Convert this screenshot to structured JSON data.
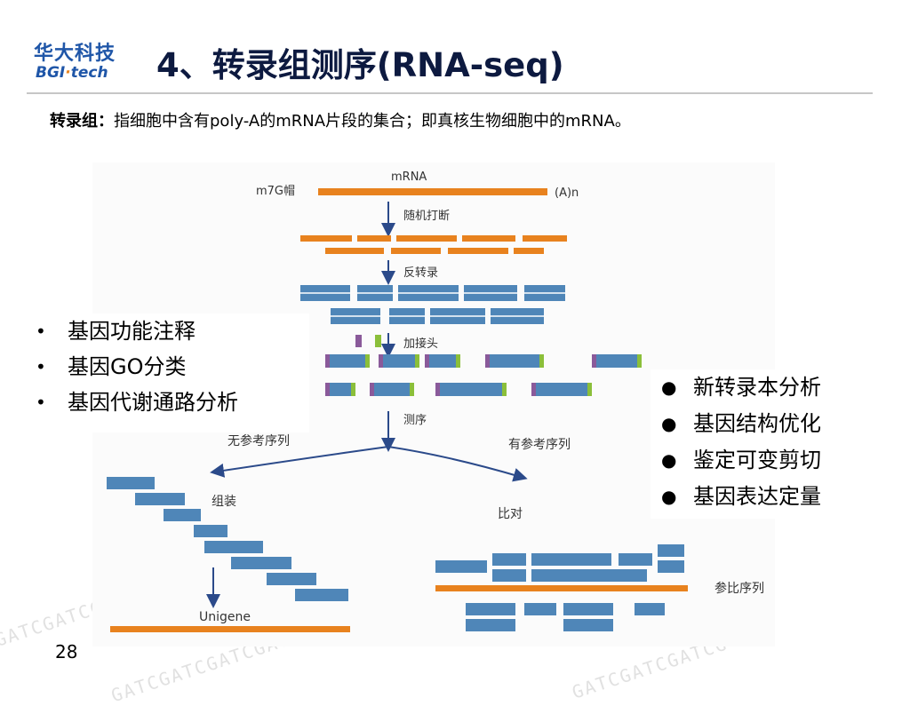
{
  "logo": {
    "cn": "华大科技",
    "en_main": "BGI",
    "en_dot": "·",
    "en_tail": "tech"
  },
  "slide": {
    "title": "4、转录组测序(RNA-seq)",
    "definition_term": "转录组：",
    "definition_body": "指细胞中含有poly-A的mRNA片段的集合；即真核生物细胞中的mRNA。",
    "page_number": "28"
  },
  "diagram": {
    "cap_label": "m7G帽",
    "mrna_label": "mRNA",
    "polya_label": "(A)n",
    "step1": "随机打断",
    "step2": "反转录",
    "step3": "加接头",
    "step4": "测序",
    "branch_left": "无参考序列",
    "branch_right": "有参考序列",
    "assemble": "组装",
    "align": "比对",
    "unigene": "Unigene",
    "reference": "参比序列"
  },
  "left_list": {
    "items": [
      "基因功能注释",
      "基因GO分类",
      "基因代谢通路分析"
    ]
  },
  "right_list": {
    "items": [
      "新转录本分析",
      "基因结构优化",
      "鉴定可变剪切",
      "基因表达定量"
    ]
  },
  "colors": {
    "orange": "#e8821e",
    "blue": "#4f86b8",
    "purple": "#8a5a9a",
    "green": "#8bbf3a",
    "title": "#0d1a40"
  },
  "icons": {
    "bullet_round": "bullet-dot",
    "arrow": "down-arrow"
  }
}
